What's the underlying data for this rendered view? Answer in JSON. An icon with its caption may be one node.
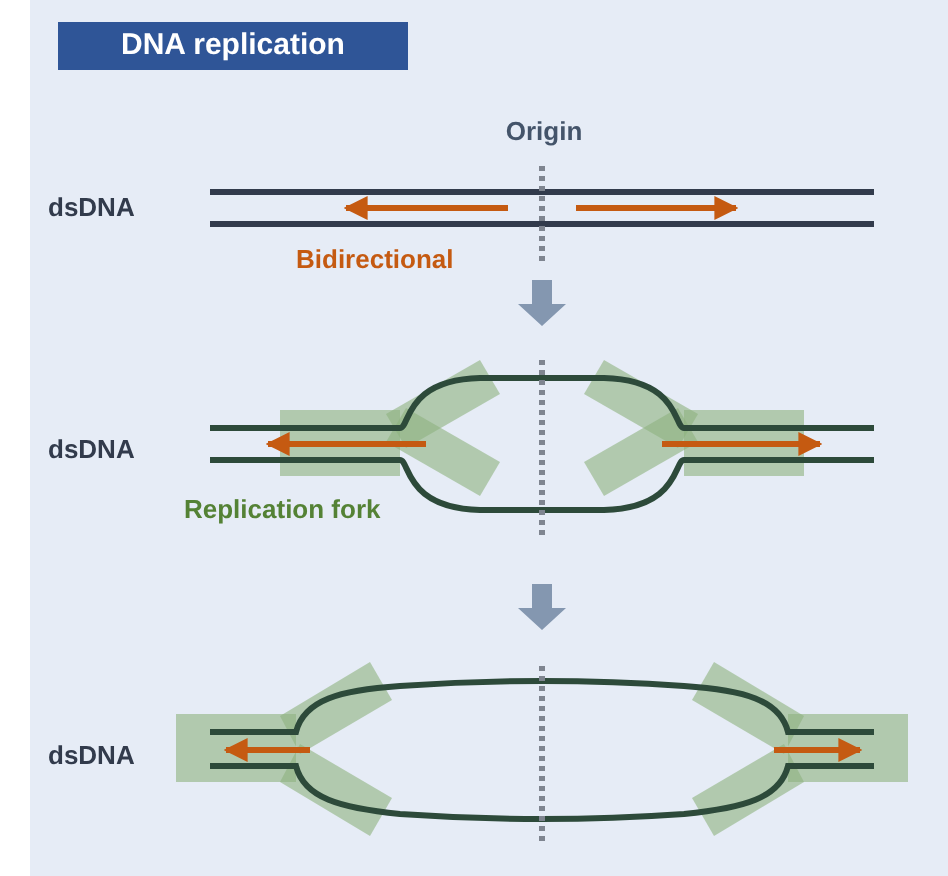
{
  "diagram": {
    "title": "DNA replication",
    "labels": [
      "Origin",
      "dsDNA",
      "Bidirectional",
      "dsDNA",
      "Replication fork",
      "dsDNA"
    ]
  }
}
